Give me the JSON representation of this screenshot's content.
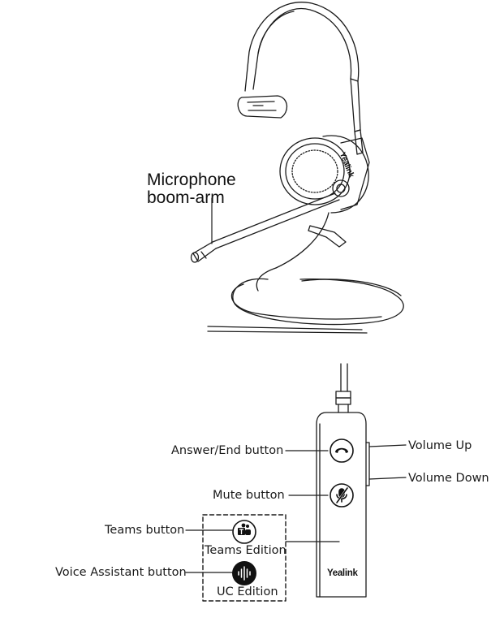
{
  "headset": {
    "mic_label_line1": "Microphone",
    "mic_label_line2": "boom-arm",
    "brand_on_headset": "Yealink"
  },
  "controller": {
    "brand": "Yealink",
    "labels": {
      "answer_end": "Answer/End button",
      "mute": "Mute button",
      "teams": "Teams button",
      "voice_assistant": "Voice Assistant button",
      "volume_up": "Volume Up",
      "volume_down": "Volume Down"
    },
    "editions": {
      "teams": "Teams Edition",
      "uc": "UC Edition"
    }
  },
  "icons": [
    "phone-icon",
    "mute-mic-icon",
    "teams-icon",
    "voice-assistant-icon"
  ]
}
